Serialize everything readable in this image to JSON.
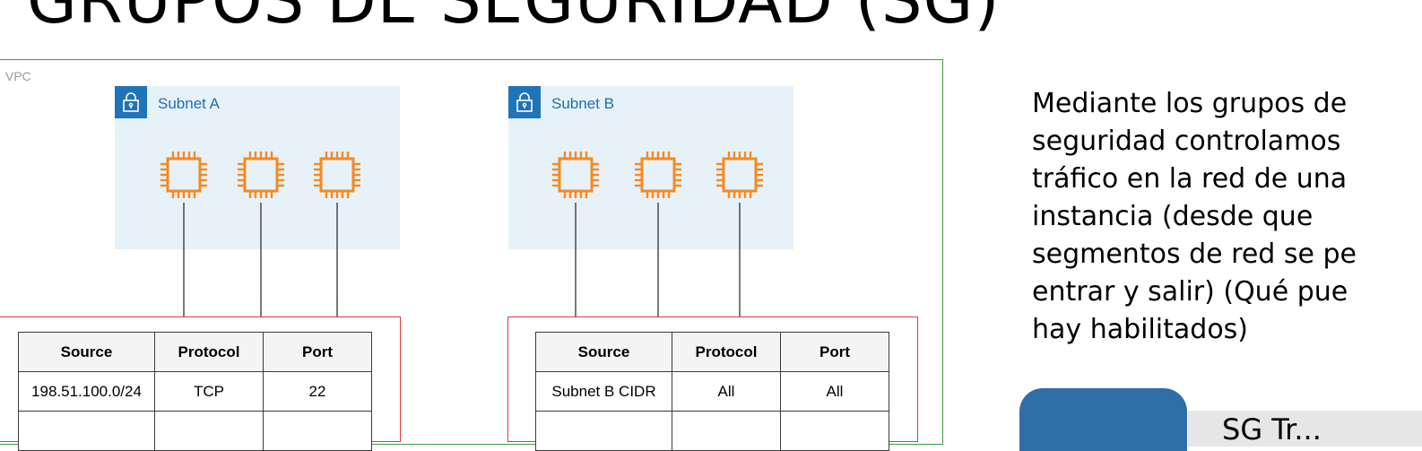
{
  "slide": {
    "title": "GRUPOS DE SEGURIDAD (SG)",
    "description": "Mediante los grupos de\nseguridad controlamos\ntráfico en la red de una\ninstancia (desde que\nsegmentos de red se pe\nentrar y salir) (Qué pue\nhay habilitados)",
    "bottom_box_text": "SG Tr..."
  },
  "diagram": {
    "vpc_label": "VPC",
    "subnet_a": {
      "label": "Subnet A",
      "rules_table": {
        "headers": [
          "Source",
          "Protocol",
          "Port"
        ],
        "rows": [
          [
            "198.51.100.0/24",
            "TCP",
            "22"
          ],
          [
            "",
            "",
            ""
          ]
        ]
      }
    },
    "subnet_b": {
      "label": "Subnet B",
      "rules_table": {
        "headers": [
          "Source",
          "Protocol",
          "Port"
        ],
        "rows": [
          [
            "Subnet B CIDR",
            "All",
            "All"
          ],
          [
            "",
            "",
            ""
          ]
        ]
      }
    },
    "colors": {
      "vpc_border": "#3f9e3f",
      "subnet_fill": "#e6f1f8",
      "subnet_icon": "#1f73b7",
      "instance_icon": "#f58a1f",
      "security_group_border": "#e0393b",
      "accent_tab": "#2f6fa8"
    },
    "icons": [
      "padlock-icon",
      "ec2-instance-chip-icon"
    ]
  }
}
